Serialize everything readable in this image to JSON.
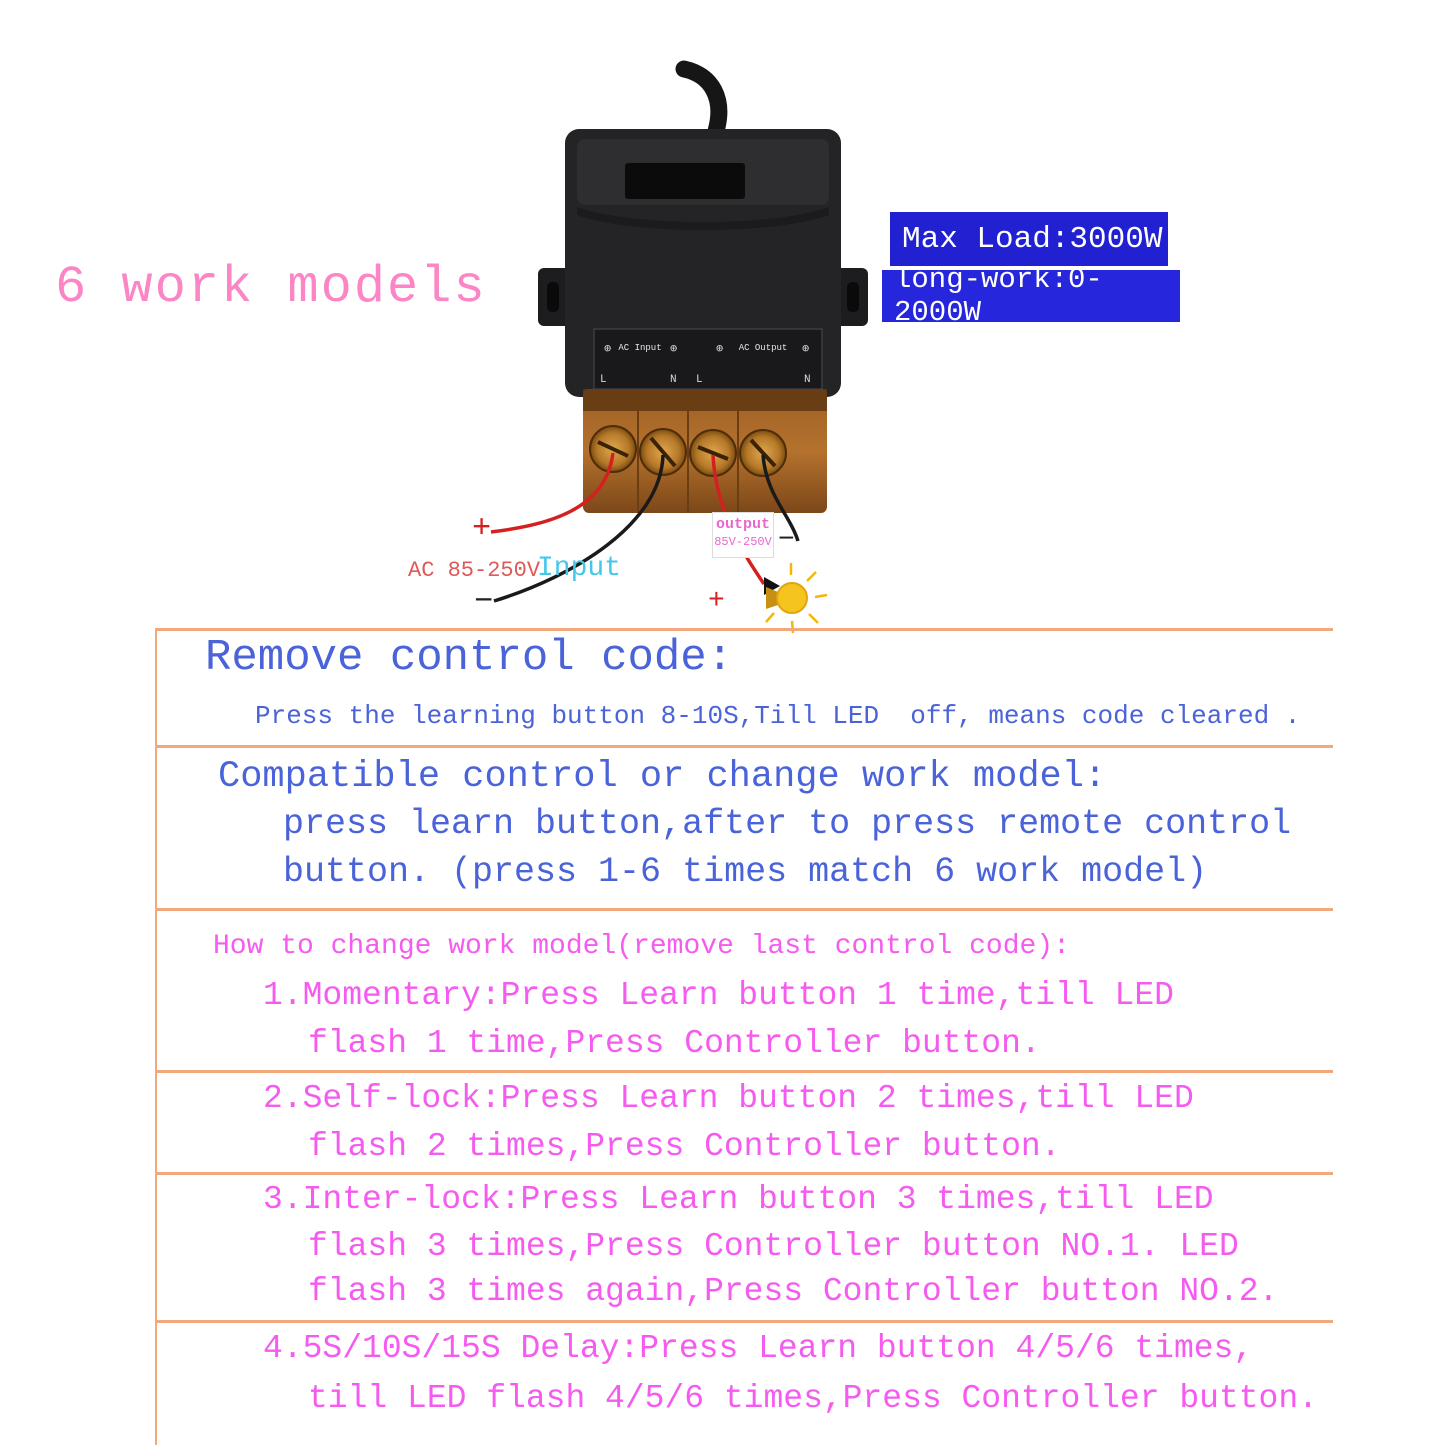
{
  "title": "6 work models",
  "badges": {
    "max_load": "Max Load:3000W",
    "long_work": "long-work:0-2000W"
  },
  "device": {
    "ac_input": "AC Input",
    "ac_output": "AC Output",
    "plus_symbol": "⊕",
    "terminals": [
      "L",
      "N",
      "L",
      "N"
    ]
  },
  "wiring": {
    "input_plus": "+",
    "input_minus": "−",
    "ac_rating": "AC 85-250V",
    "input_label": "Input",
    "output_label": "output",
    "output_rating": "85V-250V",
    "lamp_minus": "−",
    "lamp_plus": "+"
  },
  "remove_code": {
    "heading": "Remove control code:",
    "body": "Press the learning button 8-10S,Till LED  off, means code cleared ."
  },
  "compatible": {
    "heading": "Compatible control or change work model:",
    "line1": "press learn button,after to press remote control",
    "line2": "button. (press 1-6 times match 6 work model)"
  },
  "work_models": {
    "heading": "How to change work model(remove last control code):",
    "items": [
      {
        "lines": [
          "1.Momentary:Press Learn button 1 time,till LED",
          "flash 1 time,Press Controller button."
        ]
      },
      {
        "lines": [
          "2.Self-lock:Press Learn button 2 times,till LED",
          "flash 2 times,Press Controller button."
        ]
      },
      {
        "lines": [
          "3.Inter-lock:Press Learn button 3 times,till LED",
          "flash 3 times,Press Controller button NO.1. LED",
          "flash 3 times again,Press Controller button NO.2."
        ]
      },
      {
        "lines": [
          "4.5S/10S/15S Delay:Press Learn button 4/5/6 times,",
          "till LED flash 4/5/6 times,Press Controller button."
        ]
      }
    ]
  },
  "colors": {
    "title_pink": "#fb85c5",
    "blue_text": "#4a63d9",
    "magenta_text": "#f55bef",
    "divider_orange": "#f2a87a",
    "badge_blue": "#2121d2",
    "wire_red": "#d42020",
    "input_cyan": "#45c8e8",
    "output_pink": "#e868d0",
    "bulb_yellow": "#f6c41e"
  }
}
